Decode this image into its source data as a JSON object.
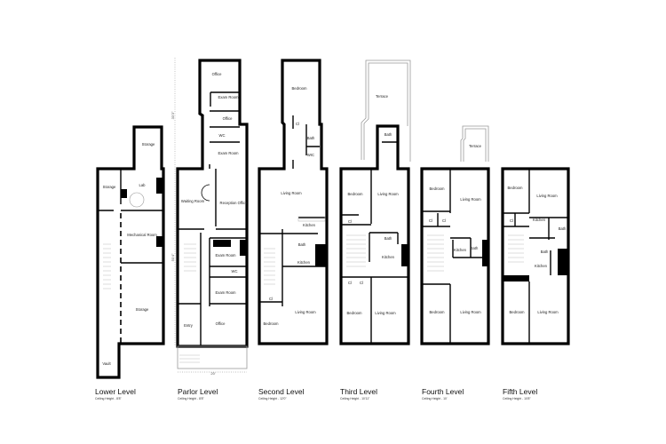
{
  "dimensions": {
    "width": "20'",
    "rear_depth": "33'3\"",
    "main_depth": "50'4\""
  },
  "levels": [
    {
      "title": "Lower Level",
      "ceiling": "Ceiling Height - 8'8\"",
      "rooms": [
        "Storage",
        "Lab",
        "Storage",
        "Mechanical Room",
        "Storage",
        "Vault"
      ]
    },
    {
      "title": "Parlor Level",
      "ceiling": "Ceiling Height - 8'8\"",
      "rooms": [
        "Office",
        "Exam Room",
        "Office",
        "WC",
        "Exam Room",
        "Waiting Room",
        "Reception Office",
        "Exam Room",
        "WC",
        "Exam Room",
        "Entry",
        "Office"
      ]
    },
    {
      "title": "Second Level",
      "ceiling": "Ceiling Height - 12'0\"",
      "rooms": [
        "Bedroom",
        "Cl",
        "Bath",
        "WIC",
        "Living Room",
        "Kitchen",
        "Bath",
        "Kitchen",
        "Cl",
        "Bedroom",
        "Living Room"
      ]
    },
    {
      "title": "Third Level",
      "ceiling": "Ceiling Height - 10'11\"",
      "rooms": [
        "Terrace",
        "Bath",
        "Bedroom",
        "Living Room",
        "Cl",
        "Bath",
        "Kitchen",
        "Cl",
        "Cl",
        "Bedroom",
        "Living Room"
      ]
    },
    {
      "title": "Fourth Level",
      "ceiling": "Ceiling Height - 10'",
      "rooms": [
        "Terrace",
        "Bedroom",
        "Living Room",
        "Cl",
        "Cl",
        "Kitchen",
        "Bath",
        "Bedroom",
        "Living Room"
      ]
    },
    {
      "title": "Fifth Level",
      "ceiling": "Ceiling Height - 10'8\"",
      "rooms": [
        "Bedroom",
        "Living Room",
        "Cl",
        "Kitchen",
        "Bath",
        "Bath",
        "Kitchen",
        "Bedroom",
        "Living Room"
      ]
    }
  ]
}
